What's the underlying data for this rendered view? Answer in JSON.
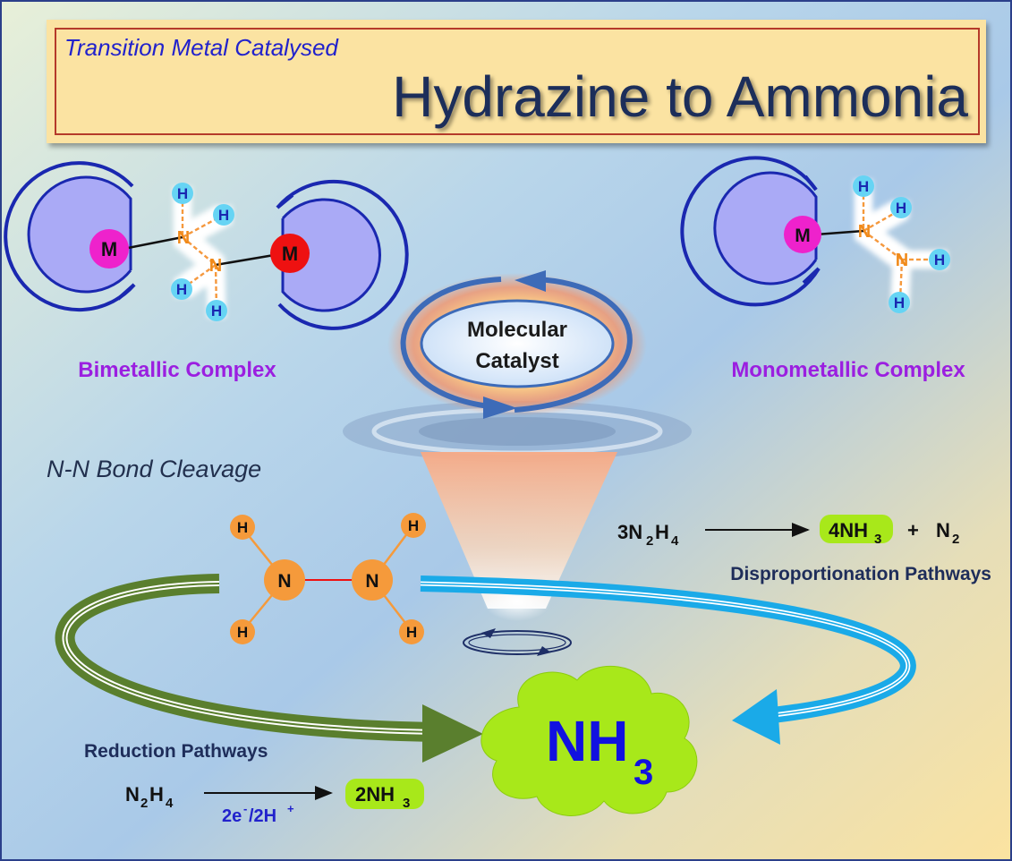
{
  "header": {
    "subtitle": "Transition Metal Catalysed",
    "title": "Hydrazine to Ammonia"
  },
  "bimetallic": {
    "label": "Bimetallic Complex",
    "metal": "M",
    "nitrogen": "N",
    "hydrogen": "H"
  },
  "monometallic": {
    "label": "Monometallic Complex",
    "metal": "M",
    "nitrogen": "N",
    "hydrogen": "H"
  },
  "catalyst": {
    "line1": "Molecular",
    "line2": "Catalyst"
  },
  "cleavage": {
    "label": "N-N Bond Cleavage",
    "nitrogen": "N",
    "hydrogen": "H"
  },
  "disproportionation": {
    "reactant_coef": "3N",
    "reactant_sub1": "2",
    "reactant_h": "H",
    "reactant_sub2": "4",
    "product1": "4NH",
    "product1_sub": "3",
    "plus": "+",
    "product2": "N",
    "product2_sub": "2",
    "label": "Disproportionation Pathways"
  },
  "reduction": {
    "label": "Reduction Pathways",
    "reactant": "N",
    "reactant_sub1": "2",
    "reactant_h": "H",
    "reactant_sub2": "4",
    "cond_e": "2e",
    "cond_esup": "-",
    "cond_h": "/2H",
    "cond_hsup": "+",
    "product": "2NH",
    "product_sub": "3"
  },
  "product": {
    "main": "NH",
    "sub": "3"
  },
  "colors": {
    "complex_label": "#9b1fe0",
    "title": "#1e2d5a",
    "subtitle": "#2222cc",
    "nh3_cloud": "#a8e81a",
    "reduction_arrow": "#5a7f2e",
    "disproportionation_arrow": "#1aaae8",
    "metal_magenta": "#ee22cc",
    "metal_red": "#ee1111",
    "nitrogen": "#f59a3b",
    "hydrogen": "#66d4f4"
  },
  "icons": [
    "metal-center",
    "nitrogen-atom",
    "hydrogen-atom",
    "catalytic-cycle-arrow",
    "reaction-arrow"
  ]
}
